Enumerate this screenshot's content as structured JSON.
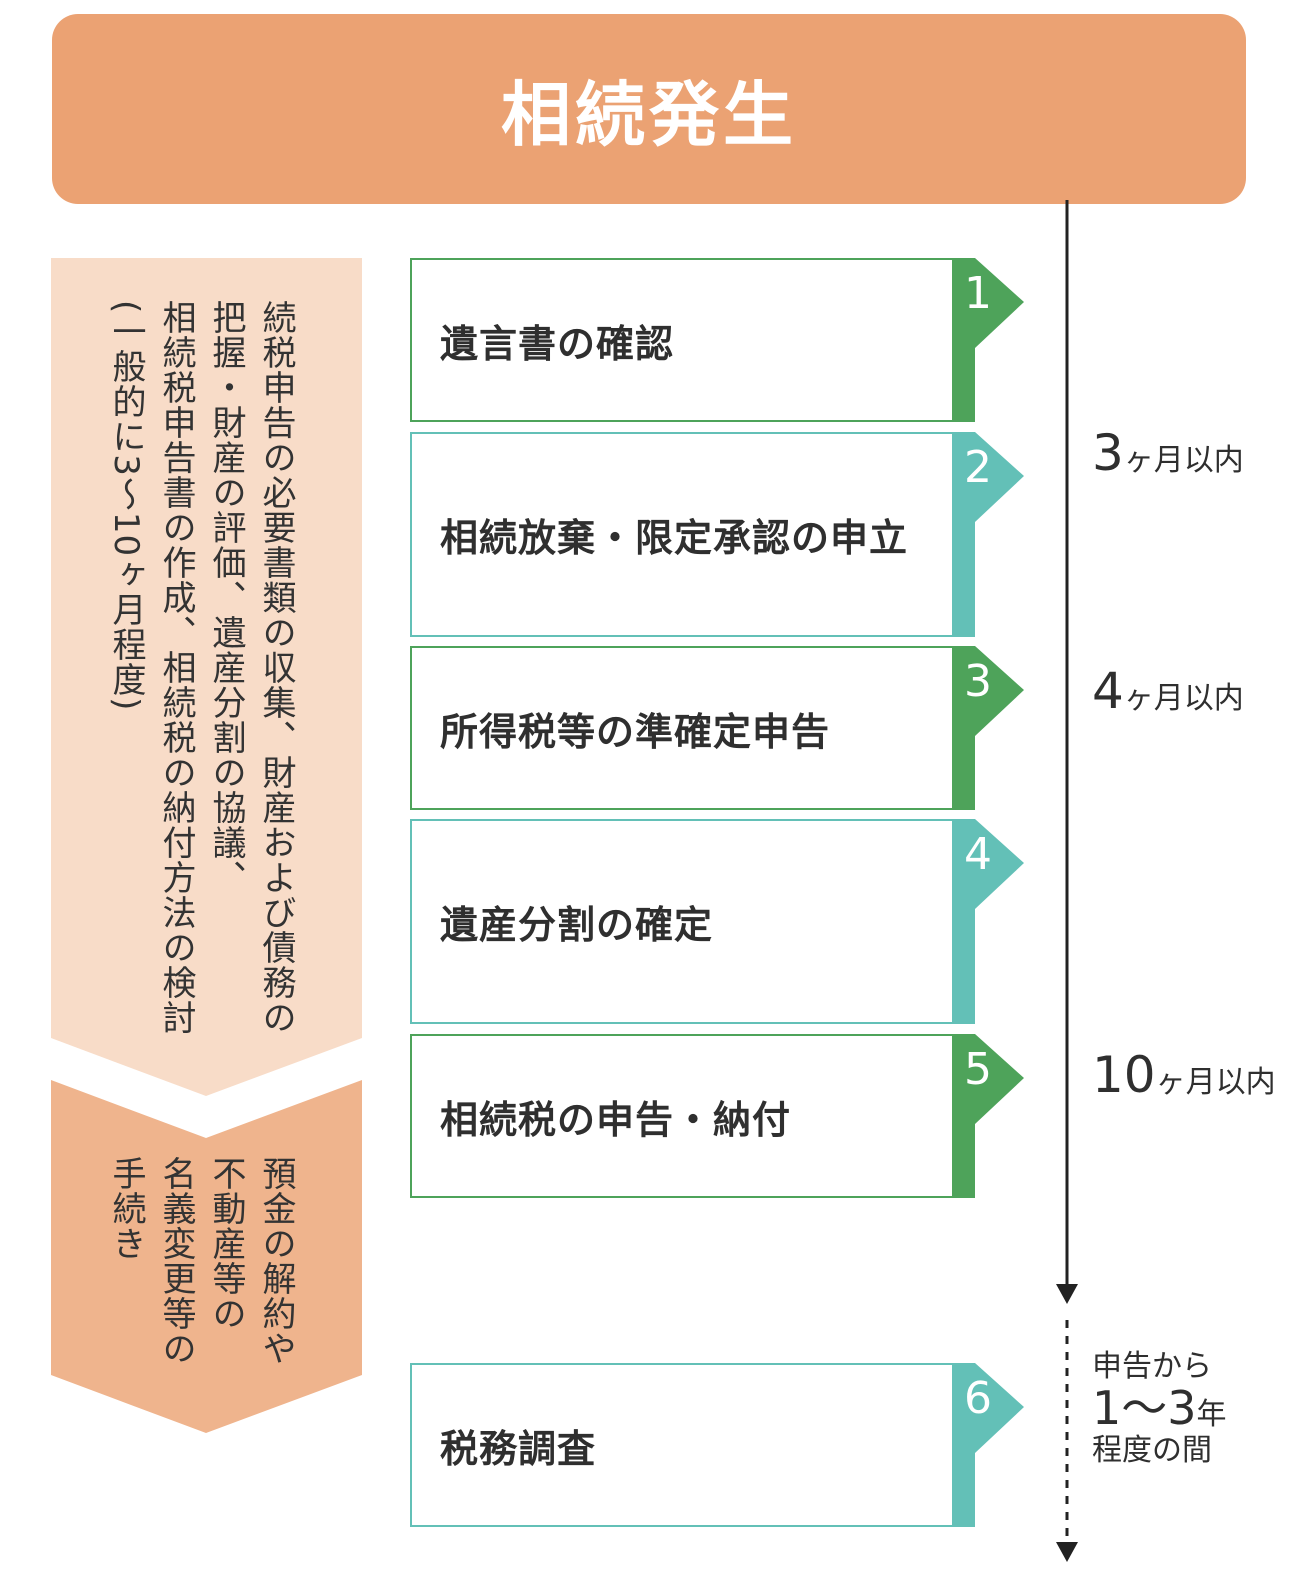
{
  "header": {
    "title": "相続発生"
  },
  "sidebar": {
    "upper": {
      "lines": [
        "続税申告の必要書類の収集、財産および債務の",
        "把握・財産の評価、遺産分割の協議、",
        "相続税申告書の作成、相続税の納付方法の検討",
        "(一般的に3〜10ヶ月程度)"
      ]
    },
    "lower": {
      "lines": [
        "預金の解約や",
        "不動産等の",
        "名義変更等の",
        "手続き"
      ]
    }
  },
  "steps": [
    {
      "num": "1",
      "label": "遺言書の確認"
    },
    {
      "num": "2",
      "label": "相続放棄・限定承認の申立"
    },
    {
      "num": "3",
      "label": "所得税等の準確定申告"
    },
    {
      "num": "4",
      "label": "遺産分割の確定"
    },
    {
      "num": "5",
      "label": "相続税の申告・納付"
    },
    {
      "num": "6",
      "label": "税務調査"
    }
  ],
  "periods": [
    {
      "num": "3",
      "unit": "ヶ月以内"
    },
    {
      "num": "4",
      "unit": "ヶ月以内"
    },
    {
      "num": "10",
      "unit": "ヶ月以内"
    }
  ],
  "audit_note": {
    "line1": "申告から",
    "line2_num": "1〜3",
    "line2_unit": "年",
    "line3": "程度の間"
  },
  "colors": {
    "header": "#eba273",
    "upper_panel": "#f8dcc8",
    "lower_panel": "#efb48d",
    "green": "#4ea35a",
    "teal": "#63c0b7"
  }
}
